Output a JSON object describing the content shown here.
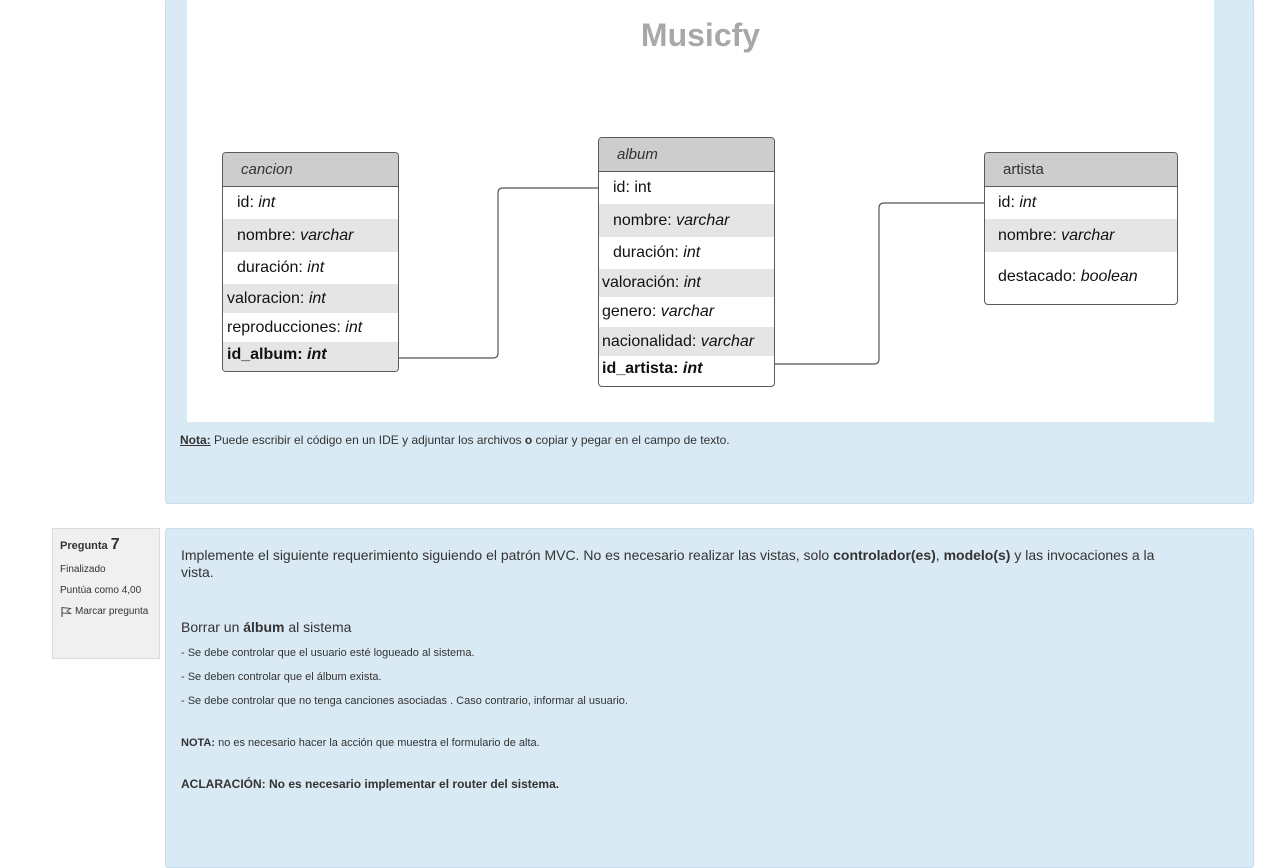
{
  "diagram": {
    "title": "Musicfy",
    "cancion": {
      "name": "cancion",
      "rows": [
        {
          "k": "id: ",
          "t": "int"
        },
        {
          "k": "nombre: ",
          "t": "varchar"
        },
        {
          "k": "duración: ",
          "t": "int"
        },
        {
          "k": "valoracion: ",
          "t": "int"
        },
        {
          "k": "reproducciones: ",
          "t": "int"
        },
        {
          "k": "id_album: ",
          "t": "int"
        }
      ]
    },
    "album": {
      "name": "album",
      "rows": [
        {
          "k": "id: int",
          "t": ""
        },
        {
          "k": "nombre: ",
          "t": "varchar"
        },
        {
          "k": "duración: ",
          "t": "int"
        },
        {
          "k": "valoración: ",
          "t": "int"
        },
        {
          "k": "genero: ",
          "t": "varchar"
        },
        {
          "k": "nacionalidad: ",
          "t": "varchar"
        },
        {
          "k": "id_artista: ",
          "t": "int"
        }
      ]
    },
    "artista": {
      "name": "artista",
      "rows": [
        {
          "k": "id: ",
          "t": "int"
        },
        {
          "k": "nombre: ",
          "t": "varchar"
        },
        {
          "k": "destacado: ",
          "t": "boolean"
        }
      ]
    },
    "nota_label": "Nota:",
    "nota_text_1": " Puede escribir el código en un IDE y adjuntar los archivos ",
    "nota_bold_o": "o",
    "nota_text_2": " copiar y pegar en el campo de texto."
  },
  "question7": {
    "label": "Pregunta",
    "number": "7",
    "status": "Finalizado",
    "score": "Puntúa como 4,00",
    "flag_label": "Marcar pregunta",
    "intro_1": "Implemente el siguiente requerimiento siguiendo el patrón MVC. No es necesario realizar las vistas, solo ",
    "intro_b1": "controlador(es)",
    "intro_2": ", ",
    "intro_b2": "modelo(s)",
    "intro_3": " y las invocaciones a la vista.",
    "sub_1": "Borrar un ",
    "sub_b": "álbum",
    "sub_2": " al sistema",
    "items": [
      "- Se debe controlar que el usuario esté logueado al sistema.",
      "- Se deben controlar que el álbum exista.",
      "- Se debe controlar que no tenga canciones asociadas . Caso contrario, informar al usuario."
    ],
    "nota_label": "NOTA:",
    "nota_text": " no es necesario hacer la acción que muestra el formulario de alta.",
    "aclaracion": "ACLARACIÓN: No es necesario implementar el router del sistema."
  }
}
